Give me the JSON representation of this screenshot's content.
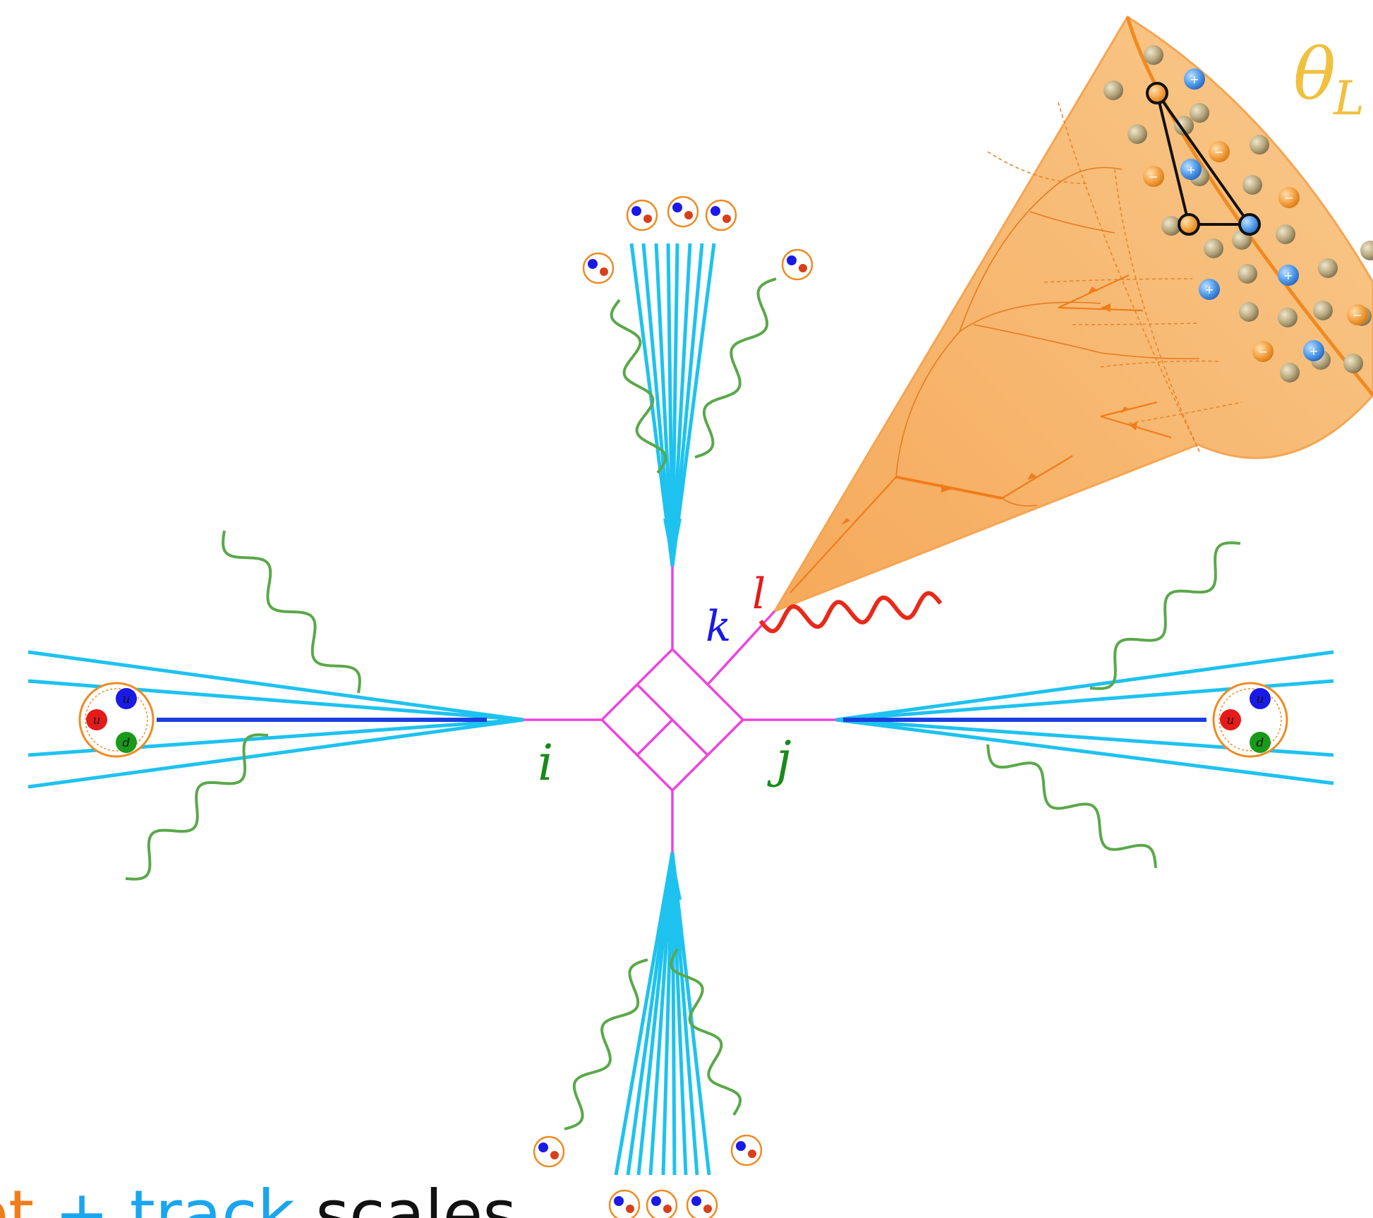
{
  "labels": {
    "i": "i",
    "j": "j",
    "k": "k",
    "l": "l",
    "theta": "θ",
    "theta_sub": "L"
  },
  "caption": {
    "part1": "jet",
    "plus": " + ",
    "part2": "track",
    "part3": " scales"
  },
  "quark_labels": {
    "u": "u",
    "d": "d"
  },
  "charges": {
    "plus": "+",
    "minus": "−"
  },
  "colors": {
    "jet_lines": "#1ec2ef",
    "beam_core": "#1a3fe0",
    "hard_process": "#ee44dd",
    "photon": "#e82a1a",
    "gluon_radiation": "#5aa84a",
    "cone_fill": "#f7be74",
    "cone_edge": "#f08a22",
    "label_i_j": "#1a8a1a",
    "label_k": "#1a1ae6",
    "label_l": "#e61a1a",
    "theta": "#f0c040",
    "caption_jet": "#f07d1a",
    "caption_track": "#1aa6ee",
    "caption_scales": "#111111"
  }
}
